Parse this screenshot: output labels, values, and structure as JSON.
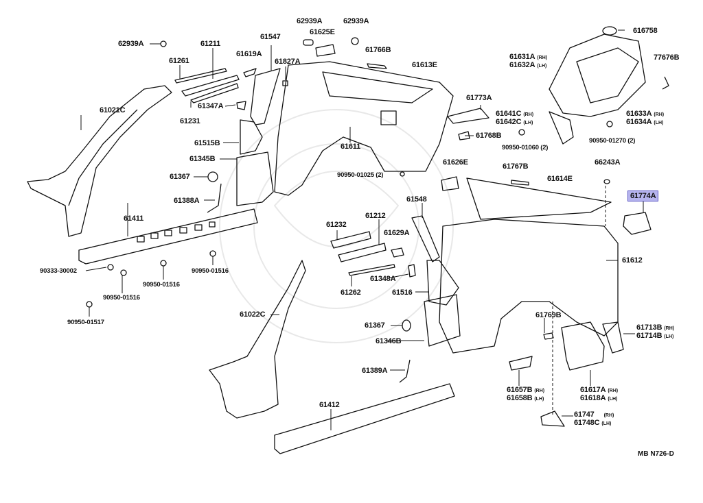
{
  "diagram": {
    "title": "Side member / quarter panel parts diagram",
    "reference_code": "MB N726-D",
    "highlighted_part": "61774A",
    "highlight_color": "#b6b4ee",
    "watermark": "faint circular emblem (background)"
  },
  "labels": {
    "p62939A_1": "62939A",
    "p61211": "61211",
    "p61261": "61261",
    "p61619A": "61619A",
    "p61547": "61547",
    "p61827A": "61827A",
    "p62939A_2": "62939A",
    "p61625E": "61625E",
    "p62939A_3": "62939A",
    "p61766B": "61766B",
    "p61613E": "61613E",
    "p61021C": "61021C",
    "p61347A": "61347A",
    "p61231": "61231",
    "p61515B": "61515B",
    "p61345B": "61345B",
    "p61367_1": "61367",
    "p61388A": "61388A",
    "p61611": "61611",
    "p61773A": "61773A",
    "p61641C": "61641C",
    "p61642C": "61642C",
    "p61768B": "61768B",
    "p90950_01060": "90950-01060 (2)",
    "p616758": "616758",
    "p61631A": "61631A",
    "p61632A": "61632A",
    "p77676B": "77676B",
    "p61633A": "61633A",
    "p61634A": "61634A",
    "p90950_01270": "90950-01270 (2)",
    "p90950_01025": "90950-01025 (2)",
    "p61626E": "61626E",
    "p61767B": "61767B",
    "p61614E": "61614E",
    "p66243A": "66243A",
    "p61774A": "61774A",
    "p61411": "61411",
    "p90333_30002": "90333-30002",
    "p90950_01516_a": "90950-01516",
    "p90950_01516_b": "90950-01516",
    "p90950_01516_c": "90950-01516",
    "p90950_01517": "90950-01517",
    "p61232": "61232",
    "p61212": "61212",
    "p61629A": "61629A",
    "p61548": "61548",
    "p61348A": "61348A",
    "p61262": "61262",
    "p61516": "61516",
    "p61612": "61612",
    "p61022C": "61022C",
    "p61367_2": "61367",
    "p61346B": "61346B",
    "p61389A": "61389A",
    "p61769B": "61769B",
    "p61713B": "61713B",
    "p61714B": "61714B",
    "p61657B": "61657B",
    "p61658B": "61658B",
    "p61617A": "61617A",
    "p61618A": "61618A",
    "p61747": "61747",
    "p61748C": "61748C",
    "p61412": "61412"
  },
  "sides": {
    "rh": "(RH)",
    "lh": "(LH)"
  }
}
